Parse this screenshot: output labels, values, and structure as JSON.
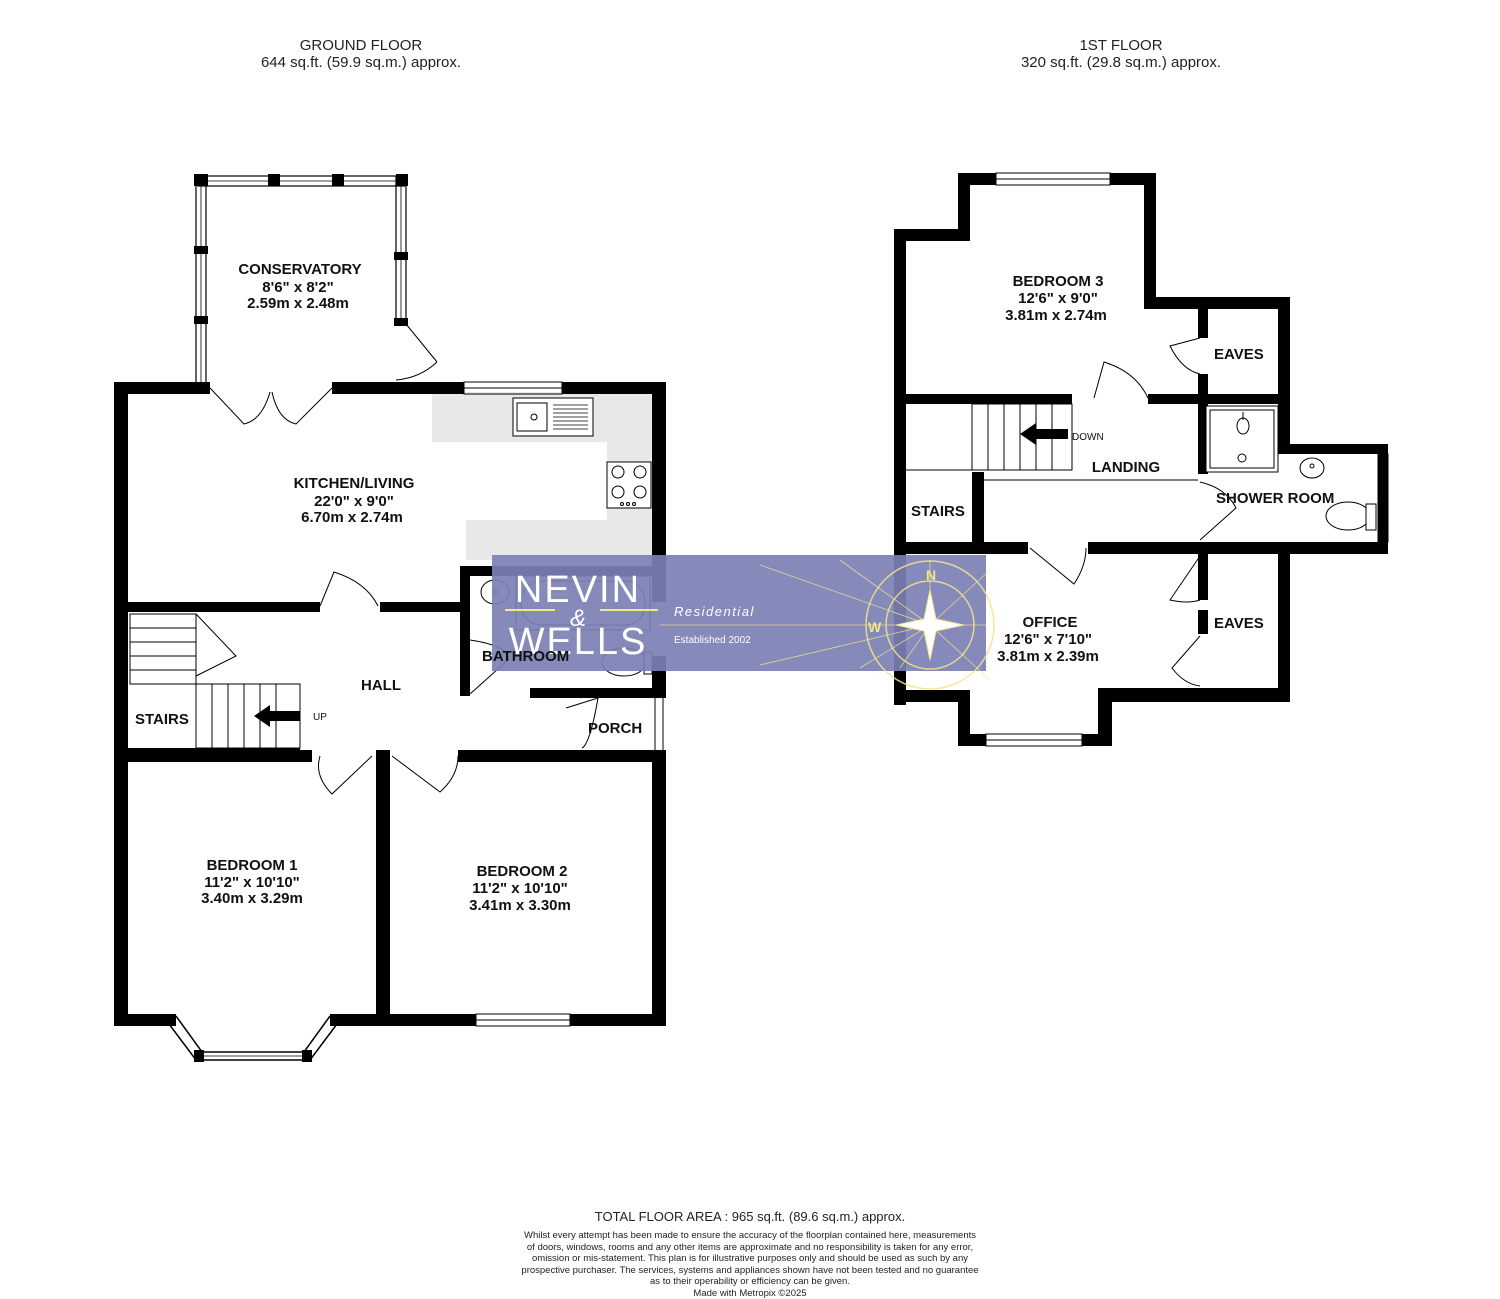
{
  "ground_floor": {
    "title": "GROUND FLOOR",
    "area": "644 sq.ft. (59.9 sq.m.) approx.",
    "rooms": {
      "conservatory": {
        "name": "CONSERVATORY",
        "imperial": "8'6\"  x 8'2\"",
        "metric": "2.59m  x 2.48m"
      },
      "kitchen": {
        "name": "KITCHEN/LIVING",
        "imperial": "22'0\"  x 9'0\"",
        "metric": "6.70m  x 2.74m"
      },
      "bedroom1": {
        "name": "BEDROOM 1",
        "imperial": "11'2\"  x 10'10\"",
        "metric": "3.40m  x 3.29m"
      },
      "bedroom2": {
        "name": "BEDROOM 2",
        "imperial": "11'2\"  x 10'10\"",
        "metric": "3.41m  x 3.30m"
      }
    },
    "labels": {
      "hall": "HALL",
      "bathroom": "BATHROOM",
      "porch": "PORCH",
      "stairs": "STAIRS",
      "up": "UP"
    }
  },
  "first_floor": {
    "title": "1ST FLOOR",
    "area": "320 sq.ft. (29.8 sq.m.) approx.",
    "rooms": {
      "bedroom3": {
        "name": "BEDROOM 3",
        "imperial": "12'6\"  x 9'0\"",
        "metric": "3.81m  x 2.74m"
      },
      "office": {
        "name": "OFFICE",
        "imperial": "12'6\"  x 7'10\"",
        "metric": "3.81m  x 2.39m"
      }
    },
    "labels": {
      "landing": "LANDING",
      "shower_room": "SHOWER ROOM",
      "eaves_upper": "EAVES",
      "eaves_lower": "EAVES",
      "stairs": "STAIRS",
      "down": "DOWN"
    }
  },
  "watermark": {
    "line1": "NEVIN",
    "amp": "&",
    "line2": "WELLS",
    "tagline": "Residential",
    "established": "Established 2002",
    "compass_n": "N",
    "compass_w": "W"
  },
  "footer": {
    "total": "TOTAL FLOOR AREA : 965 sq.ft. (89.6 sq.m.) approx.",
    "disclaimer": [
      "Whilst every attempt has been made to ensure the accuracy of the floorplan contained here, measurements",
      "of doors, windows, rooms and any other items are approximate and no responsibility is taken for any error,",
      "omission or mis-statement. This plan is for illustrative purposes only and should be used as such by any",
      "prospective purchaser. The services, systems and appliances shown have not been tested and no guarantee",
      "as to their operability or efficiency can be given."
    ],
    "made_with": "Made with Metropix ©2025"
  },
  "colors": {
    "wall": "#000000",
    "kitchen_fill": "#e8e8e8",
    "watermark_bg": "#7b80b5",
    "watermark_accent": "#f4e58a"
  }
}
